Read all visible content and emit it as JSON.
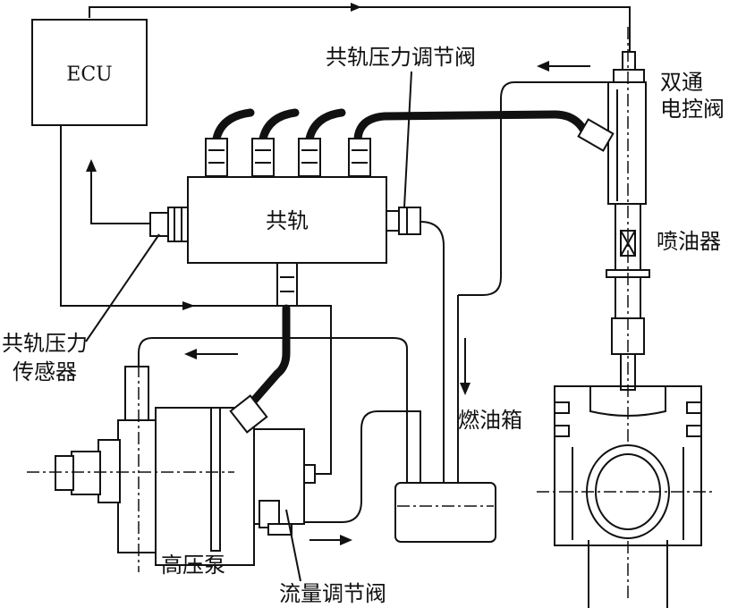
{
  "labels": {
    "ecu": "ECU",
    "rail": "共轨",
    "rail_valve": "共轨压力调节阀",
    "twoway_line1": "双通",
    "twoway_line2": "电控阀",
    "injector": "喷油器",
    "sensor_line1": "共轨压力",
    "sensor_line2": "传感器",
    "tank": "燃油箱",
    "pump": "高压泵",
    "flow_valve": "流量调节阀"
  }
}
